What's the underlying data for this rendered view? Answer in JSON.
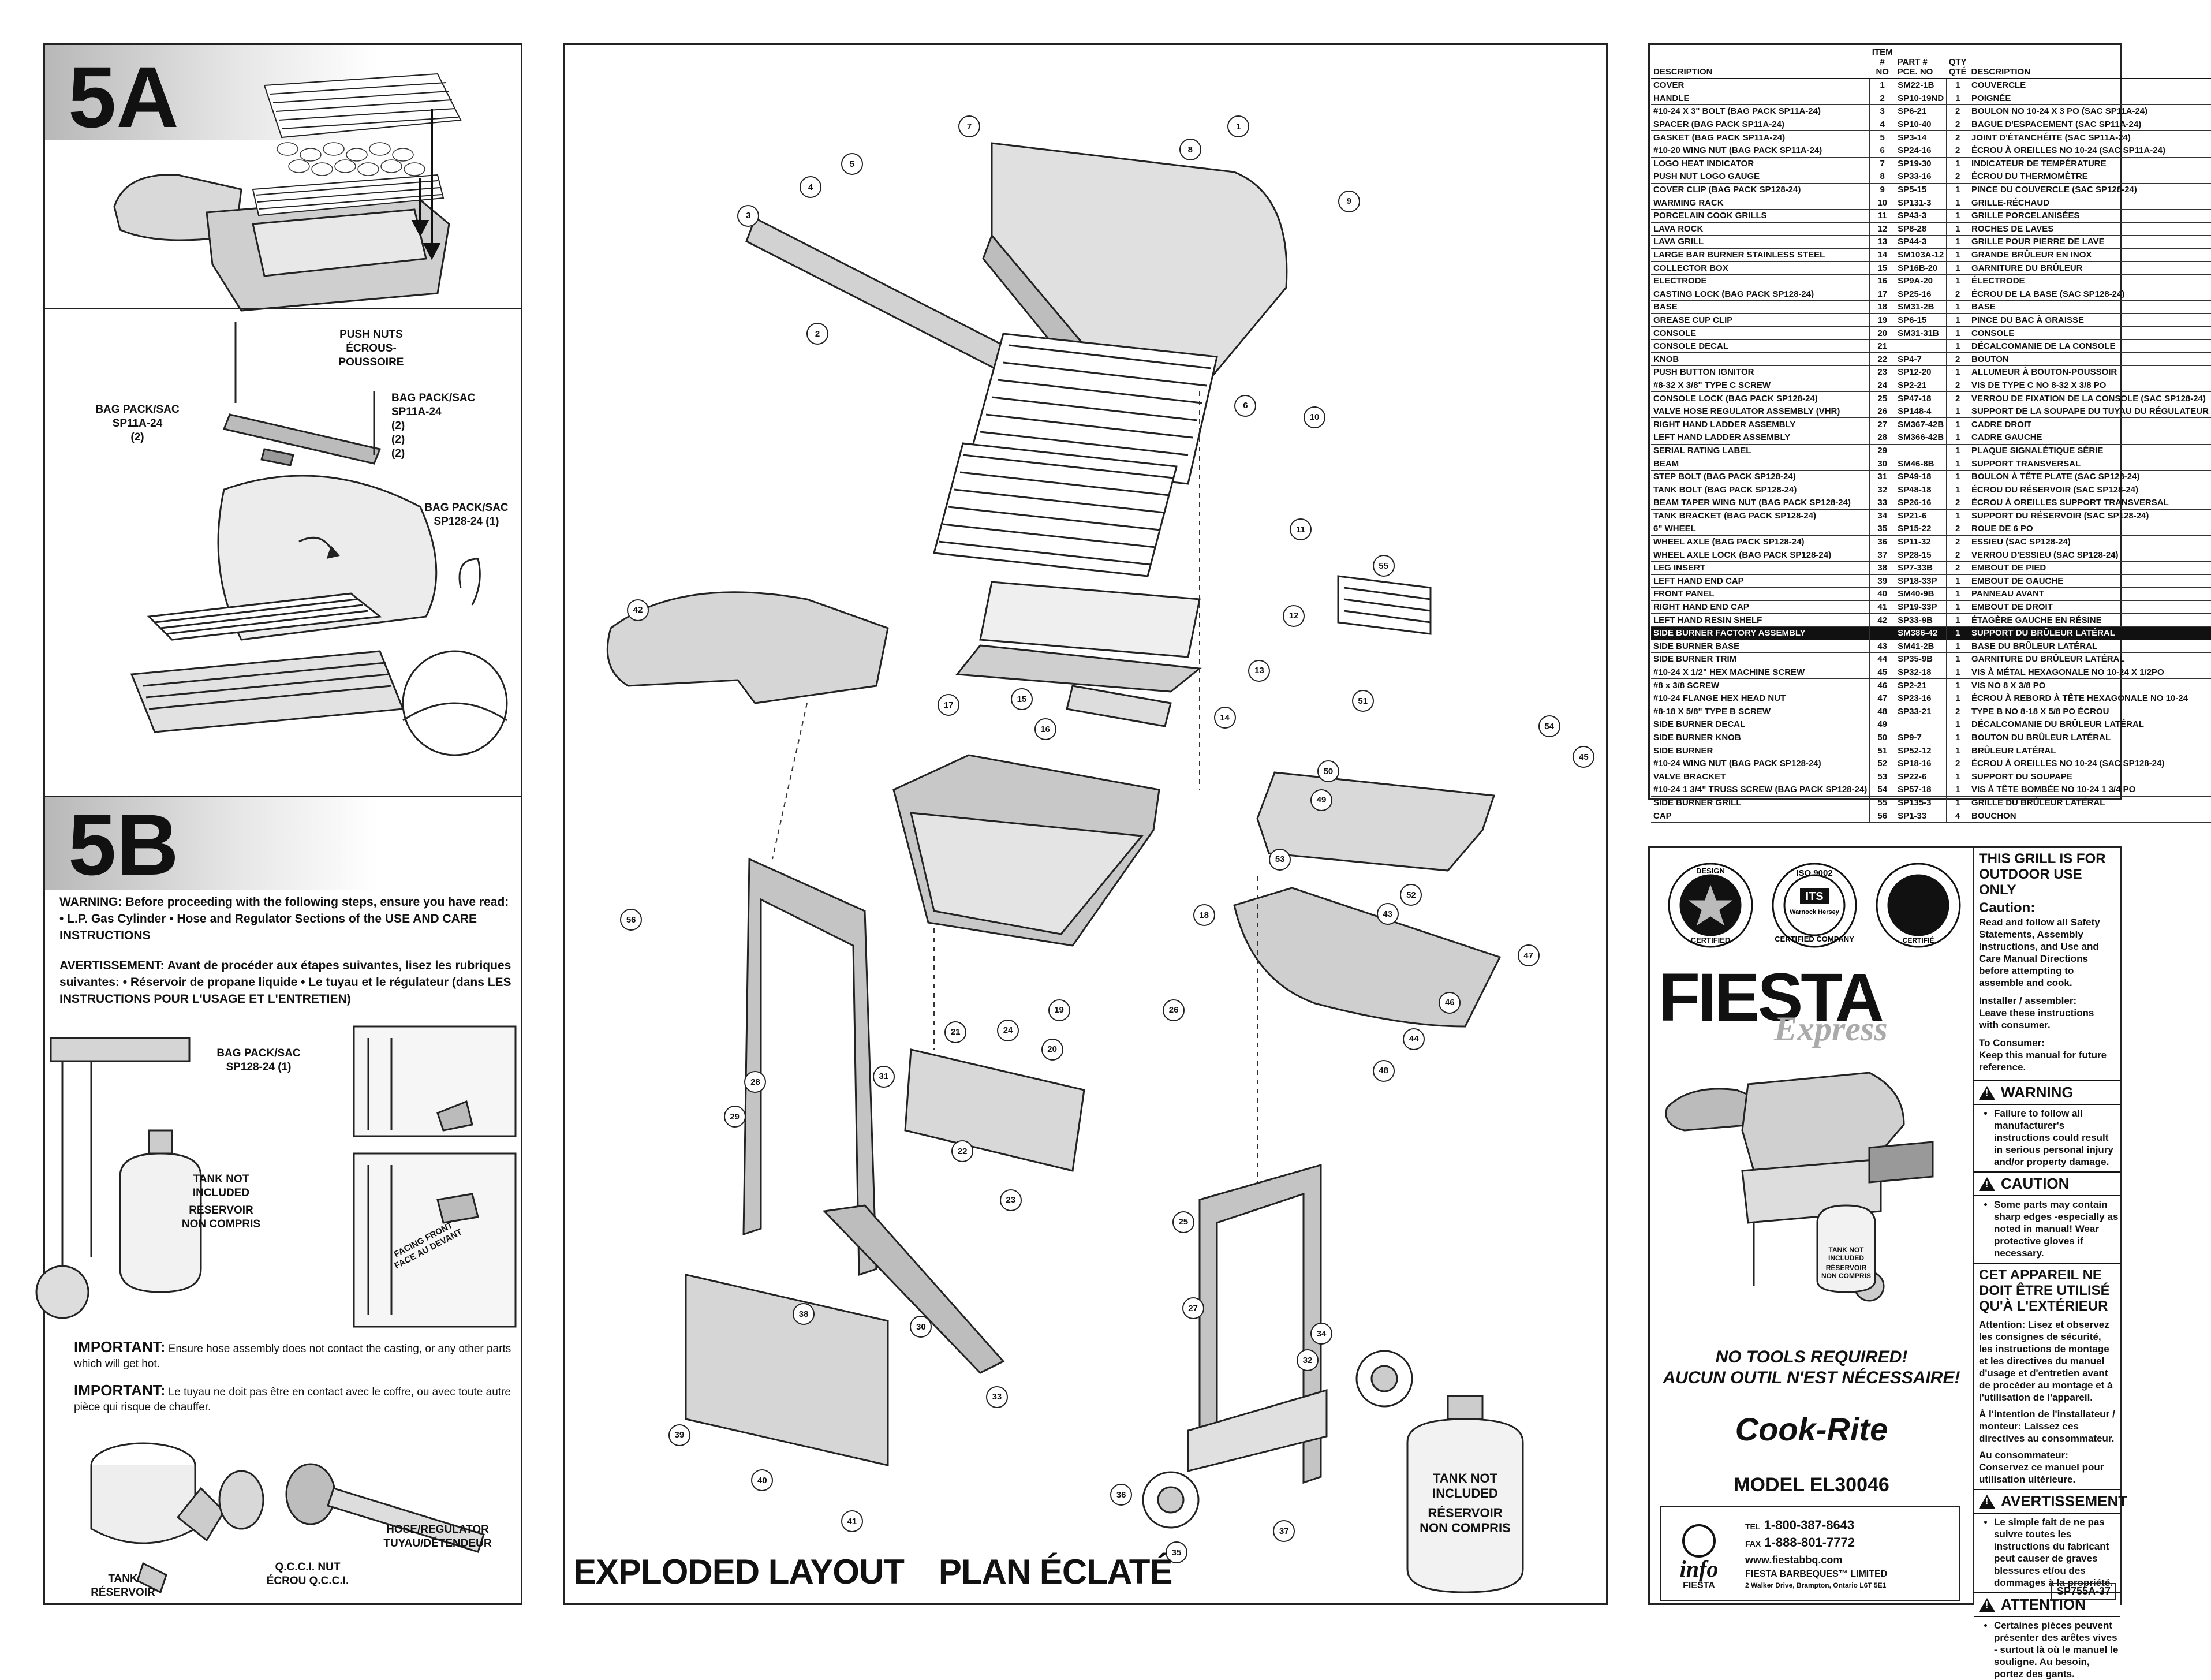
{
  "step5a": {
    "label": "5A"
  },
  "step5b": {
    "label": "5B"
  },
  "labels": {
    "push_nuts": "PUSH NUTS\nÉCROUS-\nPOUSSOIRE",
    "bag_pack_left": "BAG PACK/SAC\nSP11A-24\n(2)",
    "bag_pack_right": "BAG PACK/SAC\nSP11A-24\n(2)\n(2)\n(2)",
    "bag_pack_sp128": "BAG PACK/SAC\nSP128-24 (1)",
    "bag_pack_sp128_b": "BAG PACK/SAC\nSP128-24 (1)",
    "tank_not_included": "TANK NOT\nINCLUDED",
    "reservoir_non_compris": "RÉSERVOIR\nNON COMPRIS",
    "facing_front": "FACING FRONT\nFACE AU DEVANT",
    "qcci": "Q.C.C.I. NUT\nÉCROU Q.C.C.I.",
    "hose_regulator": "HOSE/REGULATOR\nTUYAU/DÉTENDEUR",
    "tank_reservoir": "TANK\nRÉSERVOIR"
  },
  "warning_en_head": "WARNING:",
  "warning_en": "Before proceeding with the following steps, ensure you have read:  • L.P. Gas Cylinder  • Hose and Regulator Sections of the USE AND CARE INSTRUCTIONS",
  "warning_fr_head": "AVERTISSEMENT:",
  "warning_fr": "Avant de procéder aux étapes suivantes, lisez les rubriques suivantes:  • Réservoir de propane liquide  • Le tuyau et le régulateur (dans LES INSTRUCTIONS POUR L'USAGE ET L'ENTRETIEN)",
  "important_en_head": "IMPORTANT:",
  "important_en": "Ensure hose assembly does not contact the casting, or any other parts which will get hot.",
  "important_fr_head": "IMPORTANT:",
  "important_fr": "Le tuyau ne doit pas être en contact avec le coffre, ou avec toute autre pièce qui risque de chauffer.",
  "exploded_title": "EXPLODED LAYOUT",
  "plan_title": "PLAN ÉCLATÉ",
  "callouts": [
    "1",
    "2",
    "3",
    "4",
    "5",
    "6",
    "7",
    "8",
    "9",
    "10",
    "11",
    "12",
    "13",
    "14",
    "15",
    "16",
    "17",
    "18",
    "19",
    "20",
    "21",
    "22",
    "23",
    "24",
    "25",
    "26",
    "27",
    "28",
    "29",
    "30",
    "31",
    "32",
    "33",
    "34",
    "35",
    "36",
    "37",
    "38",
    "39",
    "40",
    "41",
    "42",
    "43",
    "44",
    "45",
    "46",
    "47",
    "48",
    "49",
    "50",
    "51",
    "52",
    "53",
    "54",
    "55",
    "56"
  ],
  "exploded_tank": {
    "line1": "TANK NOT",
    "line2": "INCLUDED",
    "line3": "RÉSERVOIR",
    "line4": "NON COMPRIS"
  },
  "parts_table": {
    "headers": {
      "desc": "DESCRIPTION",
      "item": "ITEM #\nNO",
      "part": "PART #\nPCE. NO",
      "qty": "QTY\nQTÉ",
      "desc_fr": "DESCRIPTION"
    },
    "rows": [
      [
        "COVER",
        "1",
        "SM22-1B",
        "1",
        "COUVERCLE"
      ],
      [
        "HANDLE",
        "2",
        "SP10-19ND",
        "1",
        "POIGNÉE"
      ],
      [
        "#10-24 X 3\" BOLT (BAG PACK SP11A-24)",
        "3",
        "SP6-21",
        "2",
        "BOULON NO 10-24 X 3 PO (SAC SP11A-24)"
      ],
      [
        "SPACER (BAG PACK SP11A-24)",
        "4",
        "SP10-40",
        "2",
        "BAGUE D'ESPACEMENT (SAC SP11A-24)"
      ],
      [
        "GASKET (BAG PACK SP11A-24)",
        "5",
        "SP3-14",
        "2",
        "JOINT D'ÉTANCHÉITE (SAC SP11A-24)"
      ],
      [
        "#10-20 WING NUT (BAG PACK SP11A-24)",
        "6",
        "SP24-16",
        "2",
        "ÉCROU À OREILLES NO 10-24 (SAC SP11A-24)"
      ],
      [
        "LOGO HEAT INDICATOR",
        "7",
        "SP19-30",
        "1",
        "INDICATEUR DE TEMPÉRATURE"
      ],
      [
        "PUSH NUT LOGO GAUGE",
        "8",
        "SP33-16",
        "2",
        "ÉCROU DU THERMOMÈTRE"
      ],
      [
        "COVER CLIP (BAG PACK SP128-24)",
        "9",
        "SP5-15",
        "1",
        "PINCE DU COUVERCLE (SAC SP128-24)"
      ],
      [
        "WARMING RACK",
        "10",
        "SP131-3",
        "1",
        "GRILLE-RÉCHAUD"
      ],
      [
        "PORCELAIN COOK GRILLS",
        "11",
        "SP43-3",
        "1",
        "GRILLE PORCELANISÉES"
      ],
      [
        "LAVA ROCK",
        "12",
        "SP8-28",
        "1",
        "ROCHES DE LAVES"
      ],
      [
        "LAVA GRILL",
        "13",
        "SP44-3",
        "1",
        "GRILLE POUR PIERRE DE LAVE"
      ],
      [
        "LARGE BAR BURNER STAINLESS STEEL",
        "14",
        "SM103A-12",
        "1",
        "GRANDE BRÛLEUR EN INOX"
      ],
      [
        "COLLECTOR BOX",
        "15",
        "SP16B-20",
        "1",
        "GARNITURE DU BRÛLEUR"
      ],
      [
        "ELECTRODE",
        "16",
        "SP9A-20",
        "1",
        "ÉLECTRODE"
      ],
      [
        "CASTING LOCK (BAG PACK SP128-24)",
        "17",
        "SP25-16",
        "2",
        "ÉCROU DE LA BASE (SAC SP128-24)"
      ],
      [
        "BASE",
        "18",
        "SM31-2B",
        "1",
        "BASE"
      ],
      [
        "GREASE CUP CLIP",
        "19",
        "SP6-15",
        "1",
        "PINCE DU BAC À GRAISSE"
      ],
      [
        "CONSOLE",
        "20",
        "SM31-31B",
        "1",
        "CONSOLE"
      ],
      [
        "CONSOLE DECAL",
        "21",
        "",
        "1",
        "DÉCALCOMANIE DE LA CONSOLE"
      ],
      [
        "KNOB",
        "22",
        "SP4-7",
        "2",
        "BOUTON"
      ],
      [
        "PUSH BUTTON IGNITOR",
        "23",
        "SP12-20",
        "1",
        "ALLUMEUR À BOUTON-POUSSOIR"
      ],
      [
        "#8-32 X 3/8\" TYPE C SCREW",
        "24",
        "SP2-21",
        "2",
        "VIS DE TYPE C NO 8-32 X 3/8 PO"
      ],
      [
        "CONSOLE LOCK (BAG PACK SP128-24)",
        "25",
        "SP47-18",
        "2",
        "VERROU DE FIXATION DE LA CONSOLE (SAC SP128-24)"
      ],
      [
        "VALVE HOSE REGULATOR ASSEMBLY (VHR)",
        "26",
        "SP148-4",
        "1",
        "SUPPORT DE LA SOUPAPE DU TUYAU DU RÉGULATEUR"
      ],
      [
        "RIGHT HAND LADDER ASSEMBLY",
        "27",
        "SM367-42B",
        "1",
        "CADRE DROIT"
      ],
      [
        "LEFT HAND LADDER ASSEMBLY",
        "28",
        "SM366-42B",
        "1",
        "CADRE GAUCHE"
      ],
      [
        "SERIAL RATING LABEL",
        "29",
        "",
        "1",
        "PLAQUE SIGNALÉTIQUE SÉRIE"
      ],
      [
        "BEAM",
        "30",
        "SM46-8B",
        "1",
        "SUPPORT TRANSVERSAL"
      ],
      [
        "STEP BOLT (BAG PACK SP128-24)",
        "31",
        "SP49-18",
        "1",
        "BOULON À TÊTE PLATE (SAC SP128-24)"
      ],
      [
        "TANK BOLT (BAG PACK SP128-24)",
        "32",
        "SP48-18",
        "1",
        "ÉCROU DU RÉSERVOIR (SAC SP128-24)"
      ],
      [
        "BEAM TAPER WING NUT (BAG PACK SP128-24)",
        "33",
        "SP26-16",
        "2",
        "ÉCROU À OREILLES SUPPORT TRANSVERSAL"
      ],
      [
        "TANK BRACKET (BAG PACK SP128-24)",
        "34",
        "SP21-6",
        "1",
        "SUPPORT DU RÉSERVOIR (SAC SP128-24)"
      ],
      [
        "6\" WHEEL",
        "35",
        "SP15-22",
        "2",
        "ROUE DE 6 PO"
      ],
      [
        "WHEEL AXLE (BAG PACK SP128-24)",
        "36",
        "SP11-32",
        "2",
        "ESSIEU (SAC SP128-24)"
      ],
      [
        "WHEEL AXLE LOCK (BAG PACK SP128-24)",
        "37",
        "SP28-15",
        "2",
        "VERROU D'ESSIEU (SAC SP128-24)"
      ],
      [
        "LEG INSERT",
        "38",
        "SP7-33B",
        "2",
        "EMBOUT DE PIED"
      ],
      [
        "LEFT HAND END CAP",
        "39",
        "SP18-33P",
        "1",
        "EMBOUT DE GAUCHE"
      ],
      [
        "FRONT PANEL",
        "40",
        "SM40-9B",
        "1",
        "PANNEAU AVANT"
      ],
      [
        "RIGHT HAND END CAP",
        "41",
        "SP19-33P",
        "1",
        "EMBOUT DE DROIT"
      ],
      [
        "LEFT HAND RESIN SHELF",
        "42",
        "SP33-9B",
        "1",
        "ÉTAGÈRE GAUCHE EN RÉSINE"
      ],
      [
        "SIDE BURNER FACTORY ASSEMBLY",
        "",
        "SM386-42",
        "1",
        "SUPPORT DU BRÛLEUR LATÉRAL"
      ],
      [
        "SIDE BURNER BASE",
        "43",
        "SM41-2B",
        "1",
        "BASE DU BRÛLEUR LATÉRAL"
      ],
      [
        "SIDE BURNER TRIM",
        "44",
        "SP35-9B",
        "1",
        "GARNITURE DU BRÛLEUR LATÉRAL"
      ],
      [
        "#10-24 X 1/2\" HEX MACHINE SCREW",
        "45",
        "SP32-18",
        "1",
        "VIS À MÉTAL HEXAGONALE NO 10-24 X 1/2PO"
      ],
      [
        "#8 x 3/8 SCREW",
        "46",
        "SP2-21",
        "1",
        "VIS NO 8 X 3/8 PO"
      ],
      [
        "#10-24 FLANGE HEX HEAD NUT",
        "47",
        "SP23-16",
        "1",
        "ÉCROU À REBORD À TÊTE HEXAGONALE NO 10-24"
      ],
      [
        "#8-18 X 5/8\" TYPE B SCREW",
        "48",
        "SP33-21",
        "2",
        "TYPE B NO 8-18 X 5/8 PO ÉCROU"
      ],
      [
        "SIDE BURNER DECAL",
        "49",
        "",
        "1",
        "DÉCALCOMANIE DU BRÛLEUR LATÉRAL"
      ],
      [
        "SIDE BURNER KNOB",
        "50",
        "SP9-7",
        "1",
        "BOUTON DU BRÛLEUR LATÉRAL"
      ],
      [
        "SIDE BURNER",
        "51",
        "SP52-12",
        "1",
        "BRÛLEUR LATÉRAL"
      ],
      [
        "#10-24 WING NUT (BAG PACK SP128-24)",
        "52",
        "SP18-16",
        "2",
        "ÉCROU À OREILLES NO 10-24 (SAC SP128-24)"
      ],
      [
        "VALVE BRACKET",
        "53",
        "SP22-6",
        "1",
        "SUPPORT DU SOUPAPE"
      ],
      [
        "#10-24 1 3/4\" TRUSS SCREW (BAG PACK SP128-24)",
        "54",
        "SP57-18",
        "1",
        "VIS À TÊTE BOMBÉE NO 10-24 1 3/4 PO"
      ],
      [
        "SIDE BURNER GRILL",
        "55",
        "SP135-3",
        "1",
        "GRILLE DU BRÛLEUR LATÉRAL"
      ],
      [
        "CAP",
        "56",
        "SP1-33",
        "4",
        "BOUCHON"
      ]
    ]
  },
  "badges": {
    "design": "DESIGN",
    "certified": "CERTIFIED",
    "iso": "ISO 9002",
    "its": "ITS",
    "warnock": "Warnock Hersey",
    "certified_company": "CERTIFIED COMPANY",
    "certifie": "CERTIFIÉ"
  },
  "brand": {
    "name": "FIESTA",
    "sub": "Express"
  },
  "tagline": {
    "en": "NO TOOLS REQUIRED!",
    "fr": "AUCUN OUTIL N'EST NÉCESSAIRE!"
  },
  "cookrite": "Cook-Rite",
  "model": "MODEL EL30046",
  "contact": {
    "tel_label": "TEL",
    "tel": "1-800-387-8643",
    "fax_label": "FAX",
    "fax": "1-888-801-7772",
    "web": "www.fiestabbq.com",
    "company": "FIESTA BARBEQUES™ LIMITED",
    "address": "2 Walker Drive, Brampton, Ontario  L6T 5E1",
    "info_logo": "info",
    "info_logo_sub": "FIESTA"
  },
  "outdoor": {
    "title": "THIS GRILL IS FOR OUTDOOR USE ONLY",
    "caution_head": "Caution:",
    "caution": "Read and follow all Safety Statements, Assembly Instructions, and Use and Care Manual Directions before attempting to assemble and cook.",
    "installer_head": "Installer / assembler:",
    "installer": "Leave these instructions with consumer.",
    "consumer_head": "To Consumer:",
    "consumer": "Keep this manual for future reference."
  },
  "warning_box": {
    "title": "WARNING",
    "text": "Failure to follow all manufacturer's instructions could result in serious personal injury and/or property damage."
  },
  "caution_box": {
    "title": "CAUTION",
    "text": "Some parts may contain sharp edges -especially as noted in manual! Wear protective gloves if necessary."
  },
  "fr_box": {
    "title": "CET APPAREIL NE DOIT ÊTRE UTILISÉ QU'À L'EXTÉRIEUR",
    "p1": "Attention: Lisez et observez les consignes de sécurité, les instructions de montage et les directives du manuel d'usage et d'entretien avant de procéder au montage et à l'utilisation de l'appareil.",
    "p2": "À l'intention de l'installateur / monteur: Laissez ces directives au consommateur.",
    "p3": "Au consommateur: Conservez ce manuel pour utilisation ultérieure."
  },
  "avert_box": {
    "title": "AVERTISSEMENT",
    "text": "Le simple fait de ne pas suivre toutes les instructions du fabricant peut causer de graves blessures et/ou des dommages à la propriété."
  },
  "attention_box": {
    "title": "ATTENTION",
    "text": "Certaines pièces peuvent présenter des arêtes vives - surtout là où le manuel le souligne. Au besoin, portez des gants."
  },
  "doc_code": "SP755A-37",
  "cover_tank": {
    "l1": "TANK NOT",
    "l2": "INCLUDED",
    "l3": "RÉSERVOIR",
    "l4": "NON COMPRIS"
  }
}
